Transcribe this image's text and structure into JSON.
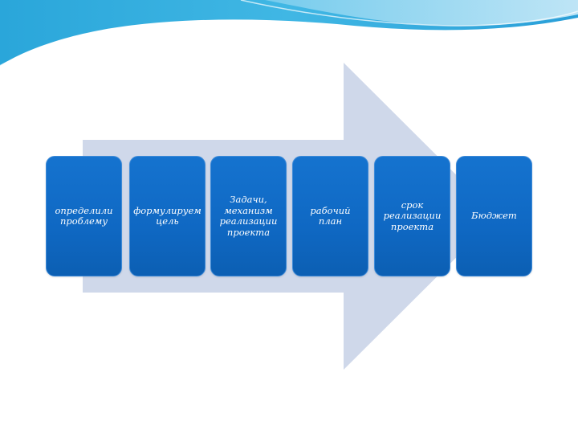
{
  "diagram": {
    "steps": [
      {
        "label": "определили проблему"
      },
      {
        "label": "формулируем цель"
      },
      {
        "label": "Задачи, механизм реализации проекта"
      },
      {
        "label": "рабочий план"
      },
      {
        "label": "срок реализации проекта"
      },
      {
        "label": "Бюджет"
      }
    ]
  },
  "colors": {
    "step_fill": "#1269c6",
    "arrow": "#cfd8ea",
    "wave_dark": "#1f9fd6",
    "wave_light": "#bde7f7"
  }
}
